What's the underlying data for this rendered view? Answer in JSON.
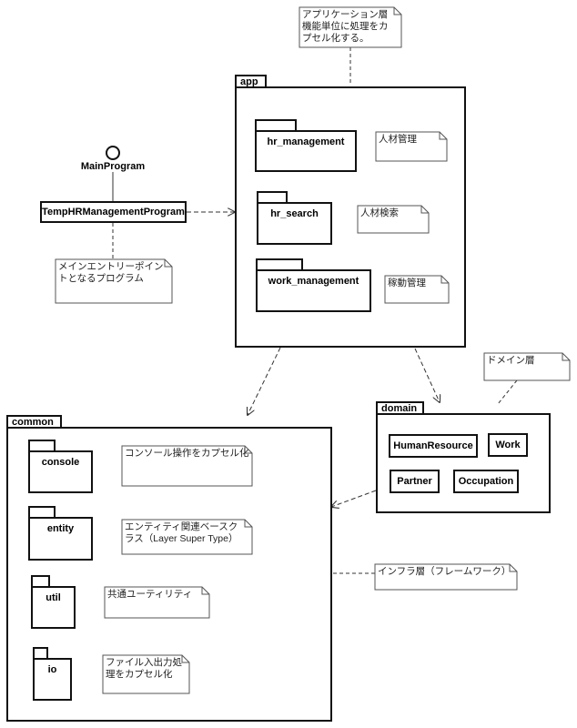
{
  "notes": {
    "app_layer": "アプリケーション層\n機能単位に処理をカ\nプセル化する。",
    "main_entry": "メインエントリーポイン\nトとなるプログラム",
    "hr_management": "人材管理",
    "hr_search": "人材検索",
    "work_management": "稼動管理",
    "domain_layer": "ドメイン層",
    "console": "コンソール操作をカプセル化",
    "entity": "エンティティ関連ベースク\nラス（Layer Super Type）",
    "util": "共通ユーティリティ",
    "io": "ファイル入出力処\n理をカプセル化",
    "infra_layer": "インフラ層（フレームワーク）"
  },
  "interface": {
    "name": "MainProgram"
  },
  "main_class": {
    "name": "TempHRManagementProgram"
  },
  "packages": {
    "app": {
      "name": "app",
      "children": [
        "hr_management",
        "hr_search",
        "work_management"
      ]
    },
    "domain": {
      "name": "domain",
      "classes": [
        "HumanResource",
        "Work",
        "Partner",
        "Occupation"
      ]
    },
    "common": {
      "name": "common",
      "children": [
        "console",
        "entity",
        "util",
        "io"
      ]
    }
  }
}
